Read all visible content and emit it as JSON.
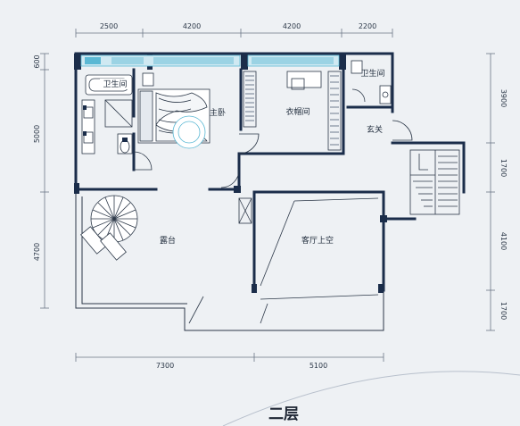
{
  "floor_title": "二层",
  "rooms": {
    "bath_left": "卫生间",
    "master_bedroom": "主卧",
    "wardrobe": "衣帽间",
    "bath_right": "卫生间",
    "foyer": "玄关",
    "terrace": "露台",
    "living_void": "客厅上空"
  },
  "dimensions": {
    "top": [
      "2500",
      "4200",
      "4200",
      "2200"
    ],
    "bottom": [
      "7300",
      "5100"
    ],
    "left": [
      "600",
      "5000",
      "4700"
    ],
    "right": [
      "3900",
      "1700",
      "4100",
      "1700"
    ]
  },
  "colors": {
    "wall": "#1b2d4a",
    "accent": "#5ab8d4",
    "background": "#eef1f4"
  }
}
